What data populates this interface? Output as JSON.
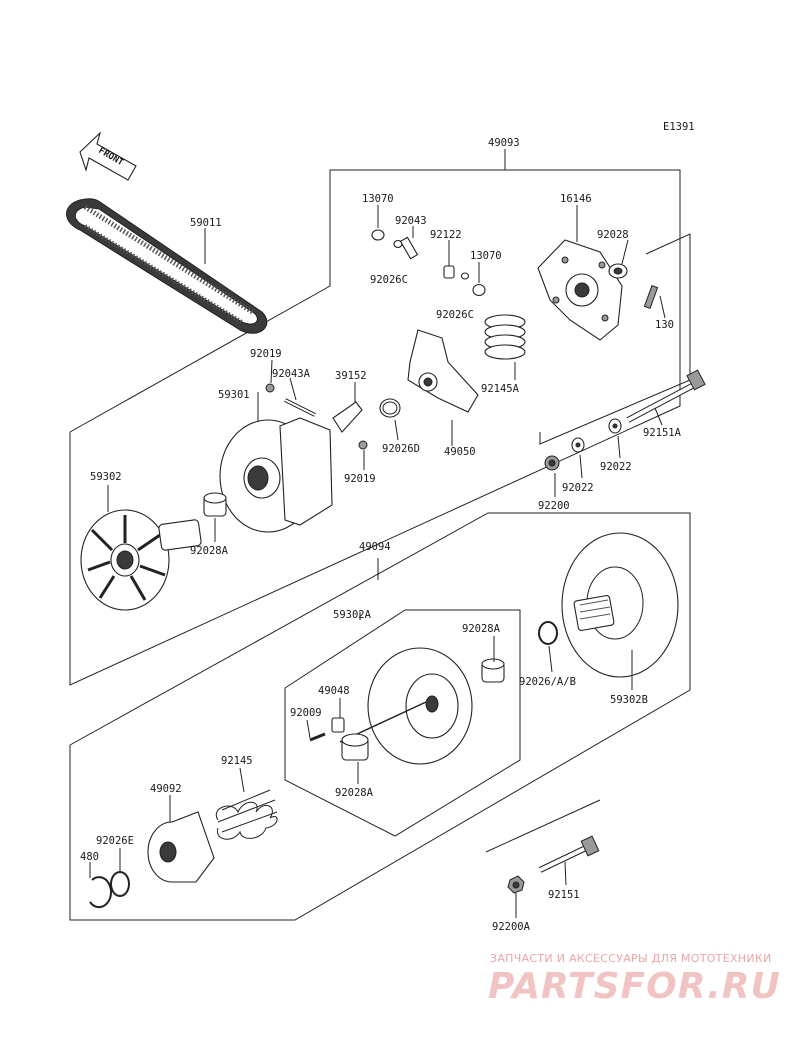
{
  "diagram": {
    "code": "E1391",
    "front_label": "FRONT",
    "labels": {
      "p49093": "49093",
      "p59011": "59011",
      "p13070a": "13070",
      "p92043": "92043",
      "p92122": "92122",
      "p13070b": "13070",
      "p92026c_a": "92026C",
      "p16146": "16146",
      "p92028": "92028",
      "p130": "130",
      "p92026c_b": "92026C",
      "p92145a": "92145A",
      "p92019a": "92019",
      "p92043a": "92043A",
      "p39152": "39152",
      "p59301": "59301",
      "p92026d": "92026D",
      "p49050": "49050",
      "p92019b": "92019",
      "p92151a": "92151A",
      "p92022a": "92022",
      "p92022b": "92022",
      "p92200": "92200",
      "p59302": "59302",
      "p92028a_top": "92028A",
      "p49094": "49094",
      "p59302a": "59302A",
      "p92028a_r": "92028A",
      "p49048": "49048",
      "p92009": "92009",
      "p92028a_b": "92028A",
      "p92026ab": "92026/A/B",
      "p59302b": "59302B",
      "p92145": "92145",
      "p49092": "49092",
      "p92026e": "92026E",
      "p480": "480",
      "p92151": "92151",
      "p92200a": "92200A"
    }
  },
  "watermark": {
    "tagline": "ЗАПЧАСТИ И АКСЕССУАРЫ ДЛЯ МОТОТЕХНИКИ",
    "brand": "PARTSFOR.RU",
    "color": "#e9a7a7"
  }
}
